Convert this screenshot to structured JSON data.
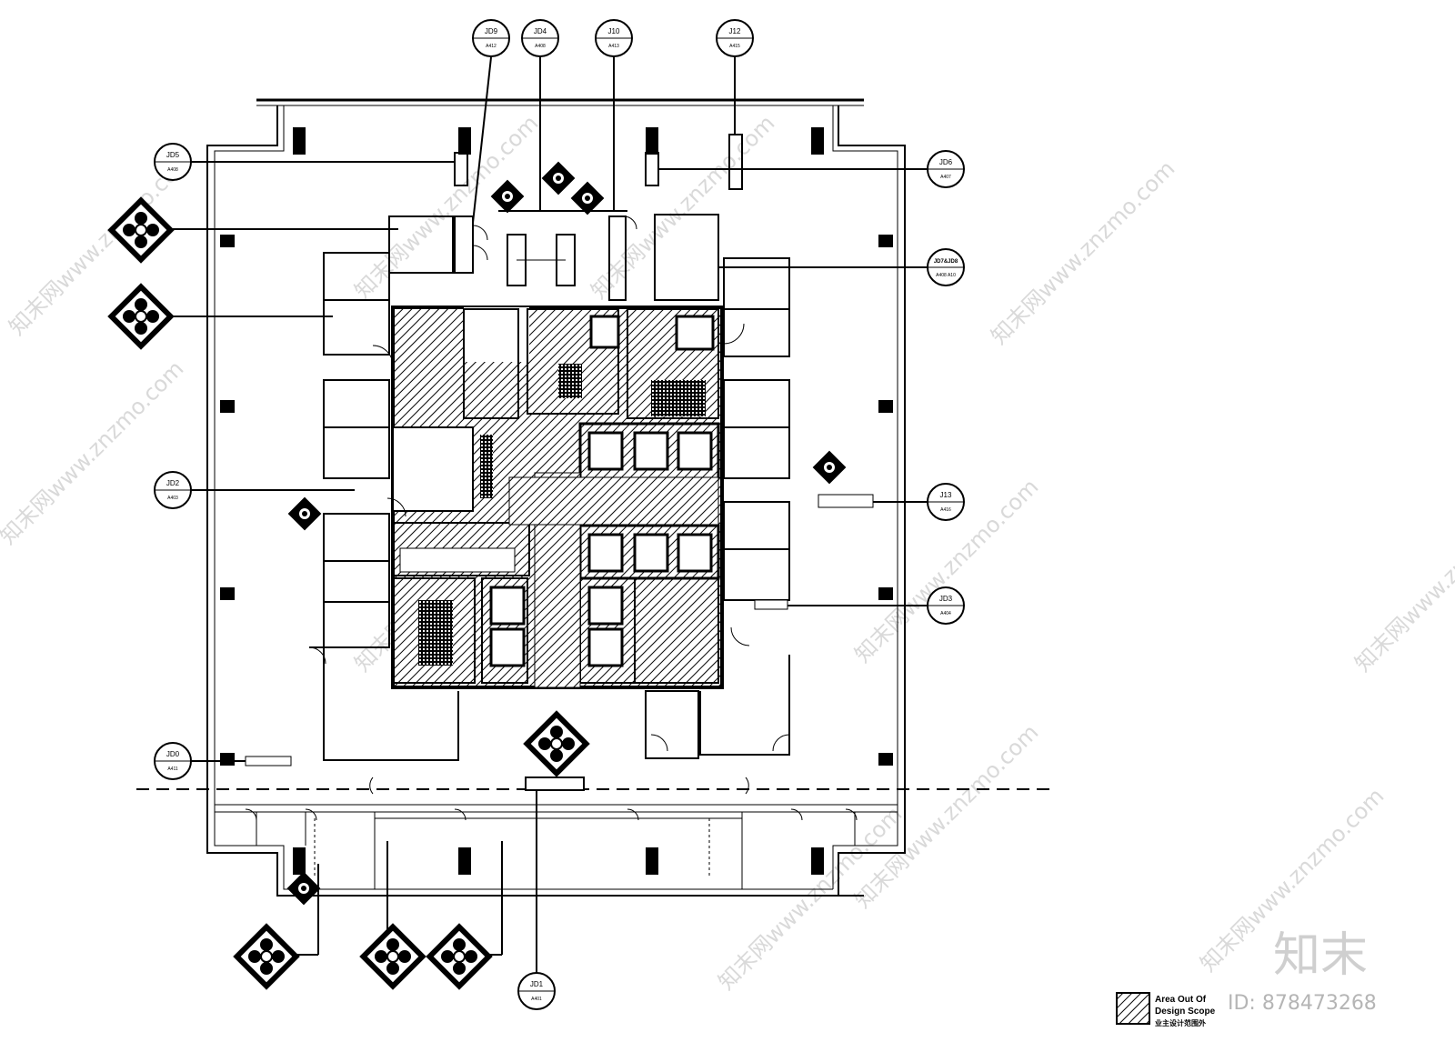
{
  "callouts": [
    {
      "id": "c-jd9",
      "num": "JD9",
      "sheet": "A412"
    },
    {
      "id": "c-jd4",
      "num": "JD4",
      "sheet": "A408"
    },
    {
      "id": "c-j10",
      "num": "J10",
      "sheet": "A413"
    },
    {
      "id": "c-j12",
      "num": "J12",
      "sheet": "A415"
    },
    {
      "id": "c-jd5",
      "num": "JD5",
      "sheet": "A408"
    },
    {
      "id": "c-jd6",
      "num": "JD6",
      "sheet": "A407"
    },
    {
      "id": "c-jd7",
      "num": "JD7&JD8",
      "sheet": "A408 A10"
    },
    {
      "id": "c-jd2",
      "num": "JD2",
      "sheet": "A403"
    },
    {
      "id": "c-j13",
      "num": "J13",
      "sheet": "A416"
    },
    {
      "id": "c-jd3",
      "num": "JD3",
      "sheet": "A404"
    },
    {
      "id": "c-jd0",
      "num": "JD0",
      "sheet": "A411"
    },
    {
      "id": "c-jd1",
      "num": "JD1",
      "sheet": "A401"
    }
  ],
  "legend": {
    "line1": "Area Out Of",
    "line2": "Design Scope",
    "line3": "业主设计范围外"
  },
  "watermark": {
    "logo": "知末",
    "id_text": "ID: 878473268",
    "diagonal": "知末网www.znzmo.com"
  },
  "colors": {
    "line": "#000000",
    "hatch": "#000000",
    "watermark": "#cfcfcf"
  }
}
